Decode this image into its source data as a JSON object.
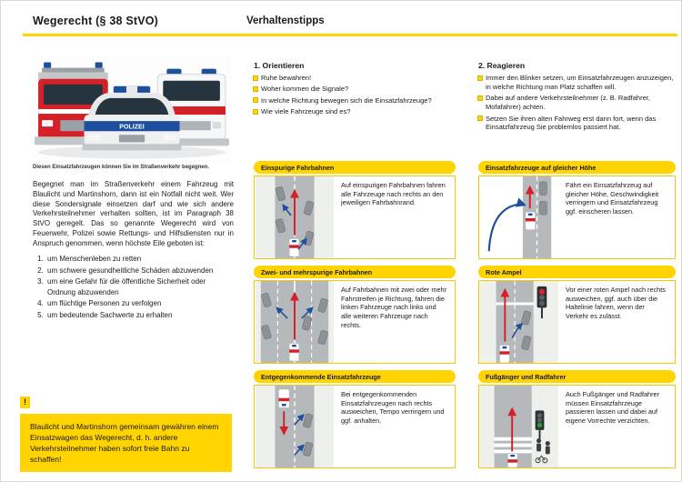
{
  "header": {
    "left_title": "Wegerecht (§ 38 StVO)",
    "right_title": "Verhaltenstipps"
  },
  "photo": {
    "police_label": "POLIZEI",
    "caption": "Diesen Einsatzfahrzeugen können Sie im Straßenverkehr begegnen."
  },
  "left_column": {
    "intro_text": "Begegnet man im Straßenverkehr einem Fahrzeug mit Blaulicht und Martinshorn, dann ist ein Notfall nicht weit. Wer diese Sondersignale einsetzen darf und wie sich andere Verkehrsteilnehmer verhalten sollten, ist im Paragraph 38 StVO geregelt. Das so genannte Wegerecht wird von Feuerwehr, Polizei sowie Rettungs- und Hilfsdiensten nur in Anspruch genommen, wenn höchste Eile geboten ist:",
    "reasons": [
      "um Menschenleben zu retten",
      "um schwere gesundheitliche Schäden abzuwenden",
      "um eine Gefahr für die öffentliche Sicherheit oder Ordnung abzuwenden",
      "um flüchtige Personen zu verfolgen",
      "um bedeutende Sachwerte zu erhalten"
    ],
    "note_marker": "!",
    "note_text": "Blaulicht und Martinshorn gemeinsam gewähren einem Einsatzwagen das Wegerecht, d. h. andere Verkehrsteilnehmer haben sofort freie Bahn zu schaffen!"
  },
  "tips": {
    "orientieren": {
      "title": "1. Orientieren",
      "items": [
        "Ruhe bewahren!",
        "Woher kommen die Signale?",
        "In welche Richtung bewegen sich die Einsatzfahrzeuge?",
        "Wie viele Fahrzeuge sind es?"
      ]
    },
    "reagieren": {
      "title": "2. Reagieren",
      "items": [
        "Immer den Blinker setzen, um Einsatzfahrzeugen anzuzeigen, in welche Richtung man Platz schaffen will.",
        "Dabei auf andere Verkehrsteilnehmer (z. B. Radfahrer, Mofafahrer) achten.",
        "Setzen Sie ihren alten Fahrweg erst dann fort, wenn das Einsatzfahrzeug Sie problemlos passiert hat."
      ]
    }
  },
  "cards": [
    {
      "title": "Einspurige Fahrbahnen",
      "text": "Auf einspurigen Fahrbahnen fahren alle Fahrzeuge nach rechts an den jeweiligen Fahrbahnrand."
    },
    {
      "title": "Einsatzfahrzeuge auf gleicher Höhe",
      "text": "Fährt ein Einsatzfahrzeug auf gleicher Höhe, Geschwindigkeit verringern und Einsatzfahrzeug ggf. einscheren lassen."
    },
    {
      "title": "Zwei- und mehrspurige Fahrbahnen",
      "text": "Auf Fahrbahnen mit zwei oder mehr Fahrstreifen je Richtung, fahren die linken Fahrzeuge nach links und alle weiteren Fahrzeuge nach rechts."
    },
    {
      "title": "Rote Ampel",
      "text": "Vor einer roten Ampel nach rechts ausweichen, ggf. auch über die Haltelinie fahren, wenn der Verkehr es zulässt."
    },
    {
      "title": "Entgegenkommende Einsatzfahrzeuge",
      "text": "Bei entgegenkommenden Einsatzfahrzeugen nach rechts ausweichen, Tempo verringern und ggf. anhalten."
    },
    {
      "title": "Fußgänger und Radfahrer",
      "text": "Auch Fußgänger und Radfahrer müssen Einsatzfahrzeuge passieren lassen und dabei auf eigene Vorrechte verzichten."
    }
  ],
  "colors": {
    "accent_yellow": "#FFD400",
    "arrow_blue": "#1D4F9E",
    "arrow_red": "#D42027",
    "road_gray": "#B6B9BC"
  }
}
